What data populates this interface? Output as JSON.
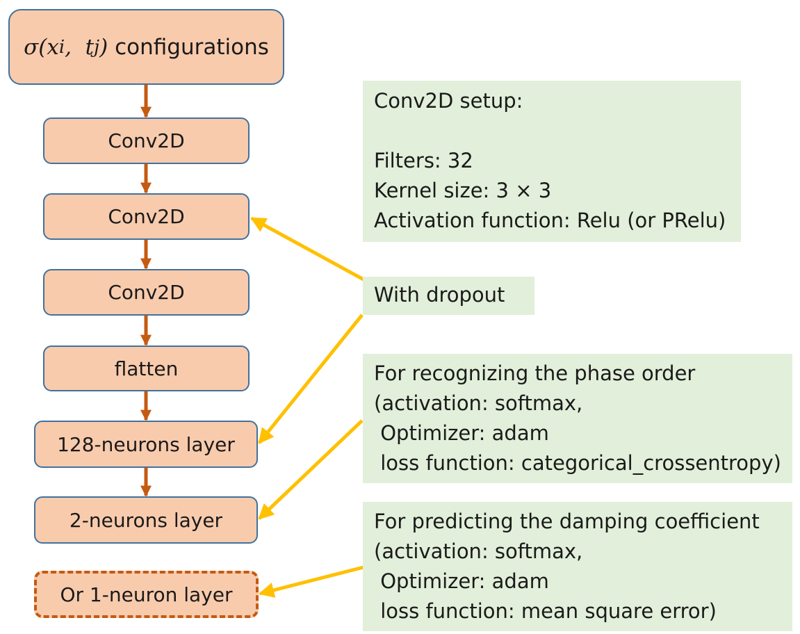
{
  "input_node": {
    "symbol": "σ(",
    "var1": "x",
    "sub1": "i",
    "sep": ",  ",
    "var2": "t",
    "sub2": "j",
    "close": ")",
    "label": " configurations"
  },
  "layers": [
    {
      "label": "Conv2D"
    },
    {
      "label": "Conv2D"
    },
    {
      "label": "Conv2D"
    },
    {
      "label": "flatten"
    },
    {
      "label": "128-neurons layer"
    },
    {
      "label": "2-neurons layer"
    },
    {
      "label": "Or 1-neuron layer"
    }
  ],
  "notes": {
    "conv_setup": {
      "lines": [
        "Conv2D setup:",
        "",
        "Filters: 32",
        "Kernel size: 3 × 3",
        "Activation function: Relu (or PRelu)"
      ]
    },
    "dropout": {
      "lines": [
        "With dropout"
      ]
    },
    "phase_order": {
      "lines": [
        "For recognizing the phase order",
        "(activation: softmax,",
        " Optimizer: adam",
        " loss function: categorical_crossentropy)"
      ]
    },
    "damping": {
      "lines": [
        "For predicting the damping coefficient",
        "(activation: softmax,",
        " Optimizer: adam",
        " loss function: mean square error)"
      ]
    }
  },
  "colors": {
    "node_fill": "#f8cbad",
    "node_border": "#41719c",
    "dashed_border": "#c55a11",
    "flow_arrow": "#c55a11",
    "pointer_arrow": "#ffc000",
    "note_fill": "#e2efda"
  }
}
